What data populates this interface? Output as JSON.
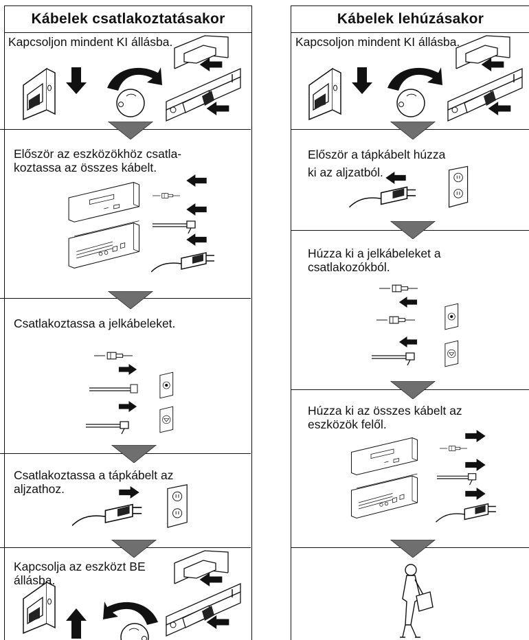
{
  "left": {
    "title": "Kábelek csatlakoztatásakor",
    "steps": [
      {
        "line1": "Kapcsoljon mindent KI állásba.",
        "line2": ""
      },
      {
        "line1": "Először az eszközökhöz csatla-",
        "line2": "koztassa az összes kábelt."
      },
      {
        "line1": "Csatlakoztassa a jelkábeleket.",
        "line2": ""
      },
      {
        "line1": "Csatlakoztassa a tápkábelt az",
        "line2": "aljzathoz."
      },
      {
        "line1": "Kapcsolja az eszközt BE",
        "line2": "állásba."
      }
    ]
  },
  "right": {
    "title": "Kábelek lehúzásakor",
    "steps": [
      {
        "line1": "Kapcsoljon mindent KI állásba.",
        "line2": ""
      },
      {
        "line1": "Először a tápkábelt húzza",
        "line2": "ki az aljzatból."
      },
      {
        "line1": "Húzza ki a jelkábeleket a",
        "line2": "csatlakozókból."
      },
      {
        "line1": "Húzza ki az összes kábelt az",
        "line2": "eszközök felől."
      }
    ]
  }
}
